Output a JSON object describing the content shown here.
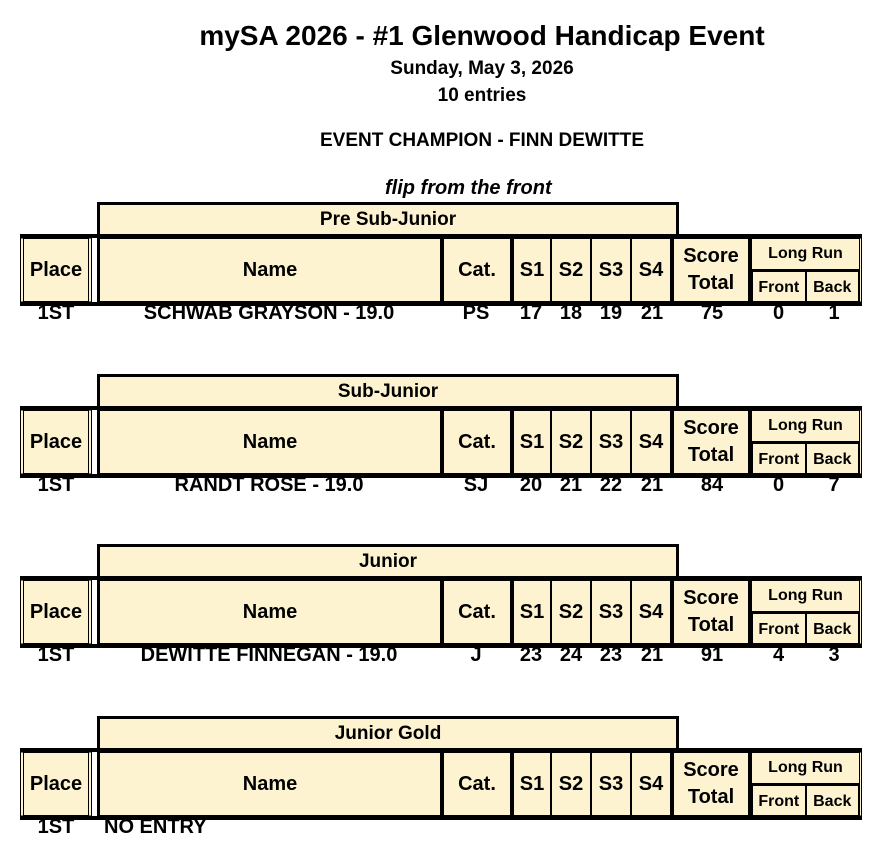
{
  "header": {
    "title": "mySA 2026 - #1 Glenwood Handicap Event",
    "date": "Sunday, May 3, 2026",
    "entries": "10 entries",
    "champion": "EVENT CHAMPION - FINN DEWITTE",
    "note": "flip from the front"
  },
  "columns": {
    "place": "Place",
    "name": "Name",
    "cat": "Cat.",
    "s1": "S1",
    "s2": "S2",
    "s3": "S3",
    "s4": "S4",
    "score_top": "Score",
    "score_bottom": "Total",
    "long_run": "Long Run",
    "front": "Front",
    "back": "Back"
  },
  "sections": [
    {
      "title": "Pre Sub-Junior",
      "row": {
        "place": "1ST",
        "name": "SCHWAB GRAYSON - 19.0",
        "cat": "PS",
        "s1": "17",
        "s2": "18",
        "s3": "19",
        "s4": "21",
        "total": "75",
        "front": "0",
        "back": "1"
      }
    },
    {
      "title": "Sub-Junior",
      "row": {
        "place": "1ST",
        "name": "RANDT ROSE - 19.0",
        "cat": "SJ",
        "s1": "20",
        "s2": "21",
        "s3": "22",
        "s4": "21",
        "total": "84",
        "front": "0",
        "back": "7"
      }
    },
    {
      "title": "Junior",
      "row": {
        "place": "1ST",
        "name": "DEWITTE FINNEGAN - 19.0",
        "cat": "J",
        "s1": "23",
        "s2": "24",
        "s3": "23",
        "s4": "21",
        "total": "91",
        "front": "4",
        "back": "3"
      }
    },
    {
      "title": "Junior Gold",
      "row": {
        "place": "1ST",
        "name": "NO ENTRY"
      }
    }
  ]
}
